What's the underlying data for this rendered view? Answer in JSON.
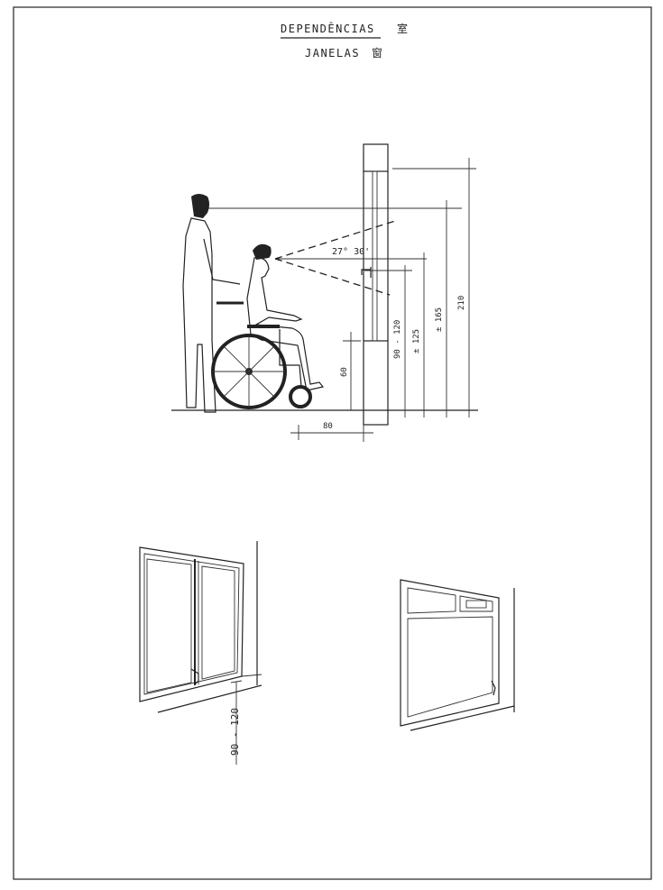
{
  "header": {
    "title": "DEPENDÊNCIAS",
    "title_symbol": "室",
    "subtitle": "JANELAS",
    "subtitle_symbol": "窗"
  },
  "section_drawing": {
    "angle_label": "27° 30'",
    "dim_sill_height": "60",
    "dim_clearance": "80",
    "dim_handle_height": "90 - 120",
    "dim_seated_eye": "± 125",
    "dim_standing_eye": "± 165",
    "dim_window_top": "210"
  },
  "perspective_left": {
    "dim_handle_height": "90 - 120"
  }
}
